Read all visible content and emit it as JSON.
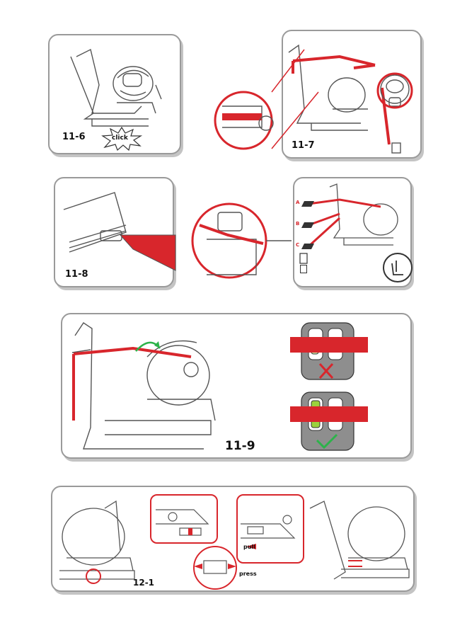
{
  "steps": {
    "s11_6": "11-6",
    "s11_7": "11-7",
    "s11_8": "11-8",
    "s11_9": "11-9",
    "s12_1": "12-1"
  },
  "callouts": {
    "click": "click",
    "pull": "pull",
    "press": "press",
    "a": "A",
    "b": "B",
    "c": "C"
  },
  "colors": {
    "strap": "#d8262c",
    "outline": "#555555",
    "panel_border": "#9a9a9a",
    "check": "#2db34a",
    "cross": "#d8262c",
    "indicator_green": "#9bd23c",
    "buckle_grey": "#8e8e8e"
  },
  "icons": [
    "click-burst-icon",
    "magnifier-circle-icon",
    "manual-book-icon",
    "anchor-seat-icon",
    "check-mark-icon",
    "cross-mark-icon",
    "tension-arrow-icon"
  ]
}
